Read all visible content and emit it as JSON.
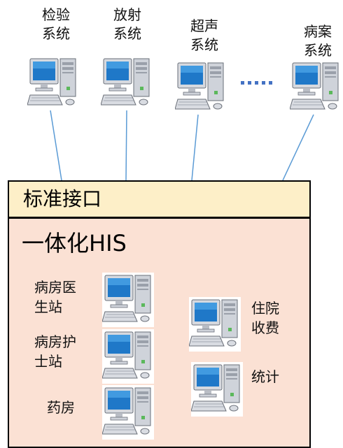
{
  "external_systems": [
    {
      "label": "检验\n系统",
      "icon": "computer-icon"
    },
    {
      "label": "放射\n系统",
      "icon": "computer-icon"
    },
    {
      "label": "超声\n系统",
      "icon": "computer-icon"
    },
    {
      "label": "病案\n系统",
      "icon": "computer-icon"
    }
  ],
  "interface": {
    "label": "标准接口"
  },
  "his": {
    "title": "一体化HIS",
    "modules": [
      {
        "label": "病房医\n生站",
        "icon": "computer-icon"
      },
      {
        "label": "病房护\n士站",
        "icon": "computer-icon"
      },
      {
        "label": "药房",
        "icon": "computer-icon"
      },
      {
        "label": "住院\n收费",
        "icon": "computer-icon"
      },
      {
        "label": "统计",
        "icon": "computer-icon"
      }
    ]
  },
  "colors": {
    "interface_fill": "#fdefc8",
    "his_fill": "#fbe1d4",
    "connector": "#5b9bd5",
    "dots": "#4472c4"
  }
}
